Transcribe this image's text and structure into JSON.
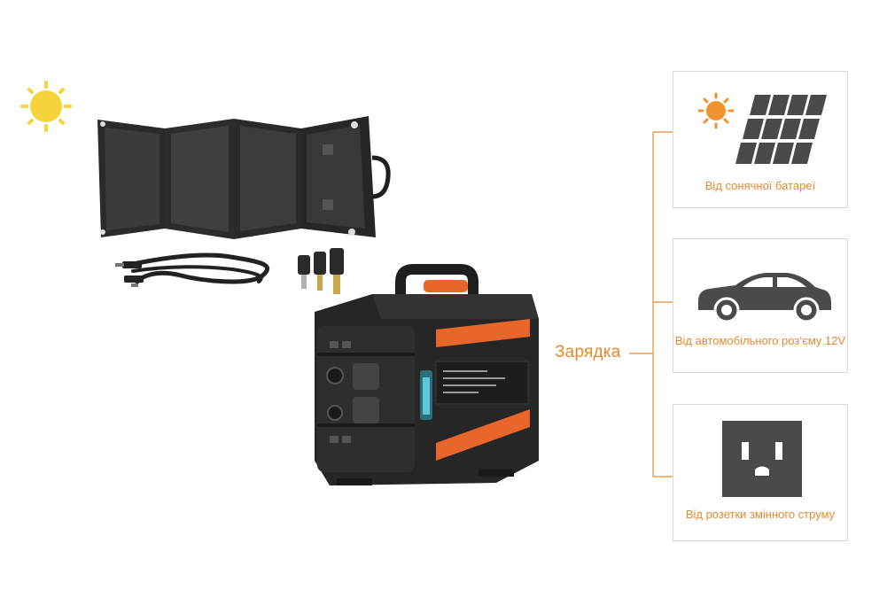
{
  "charging_label": "Зарядка",
  "sources": [
    {
      "icon": "solar-panel-icon",
      "label": "Від сонячної батареї"
    },
    {
      "icon": "car-icon",
      "label": "Від автомобільного роз‘єму 12V"
    },
    {
      "icon": "power-outlet-icon",
      "label": "Від розетки змінного струму"
    }
  ],
  "colors": {
    "accent": "#e58a2c",
    "sun": "#f7d33a",
    "icon_dark": "#4a4a4a",
    "case_orange": "#e8662a"
  },
  "product_images": {
    "icons": [
      "sun-icon",
      "folding-solar-panel-image",
      "cable-image",
      "connector-tips-image",
      "power-station-image"
    ]
  }
}
